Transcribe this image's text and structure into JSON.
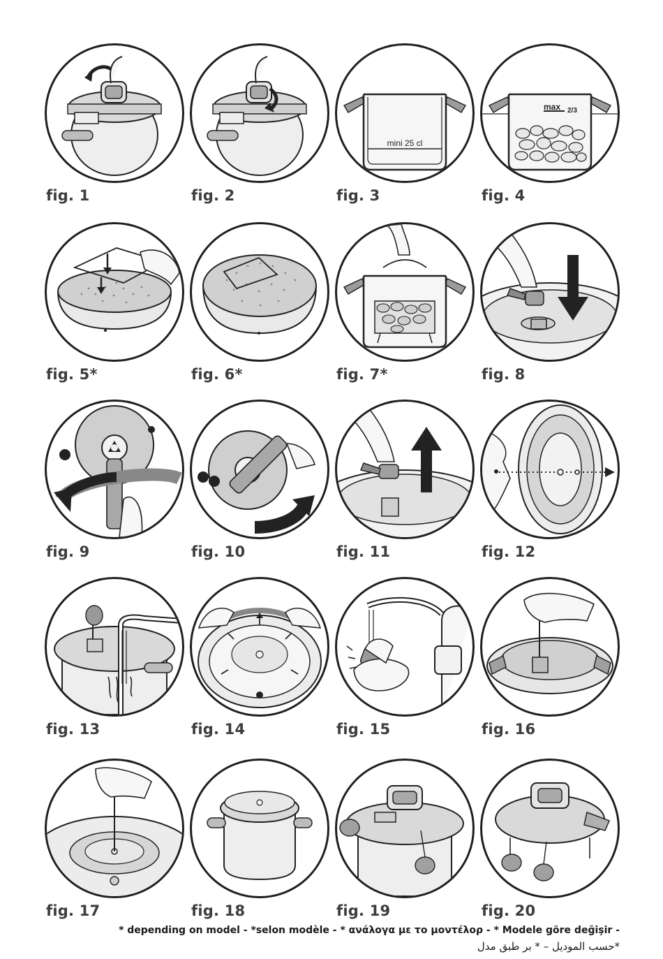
{
  "figures": [
    {
      "label": "fig. 1"
    },
    {
      "label": "fig. 2"
    },
    {
      "label": "fig. 3",
      "text": "mini 25 cl"
    },
    {
      "label": "fig. 4",
      "text": "max",
      "text2": "2/3"
    },
    {
      "label": "fig. 5*"
    },
    {
      "label": "fig. 6*"
    },
    {
      "label": "fig. 7*"
    },
    {
      "label": "fig. 8"
    },
    {
      "label": "fig. 9"
    },
    {
      "label": "fig. 10"
    },
    {
      "label": "fig. 11"
    },
    {
      "label": "fig. 12"
    },
    {
      "label": "fig. 13"
    },
    {
      "label": "fig. 14"
    },
    {
      "label": "fig. 15"
    },
    {
      "label": "fig. 16"
    },
    {
      "label": "fig. 17"
    },
    {
      "label": "fig. 18"
    },
    {
      "label": "fig. 19"
    },
    {
      "label": "fig. 20"
    }
  ],
  "footnote": "* depending on model - *selon modèle - * ανάλογα με το μοντέλορ - * Modele göre değişir -",
  "footnote_ar": "*حسب الموديل – * بر طبق مدل"
}
